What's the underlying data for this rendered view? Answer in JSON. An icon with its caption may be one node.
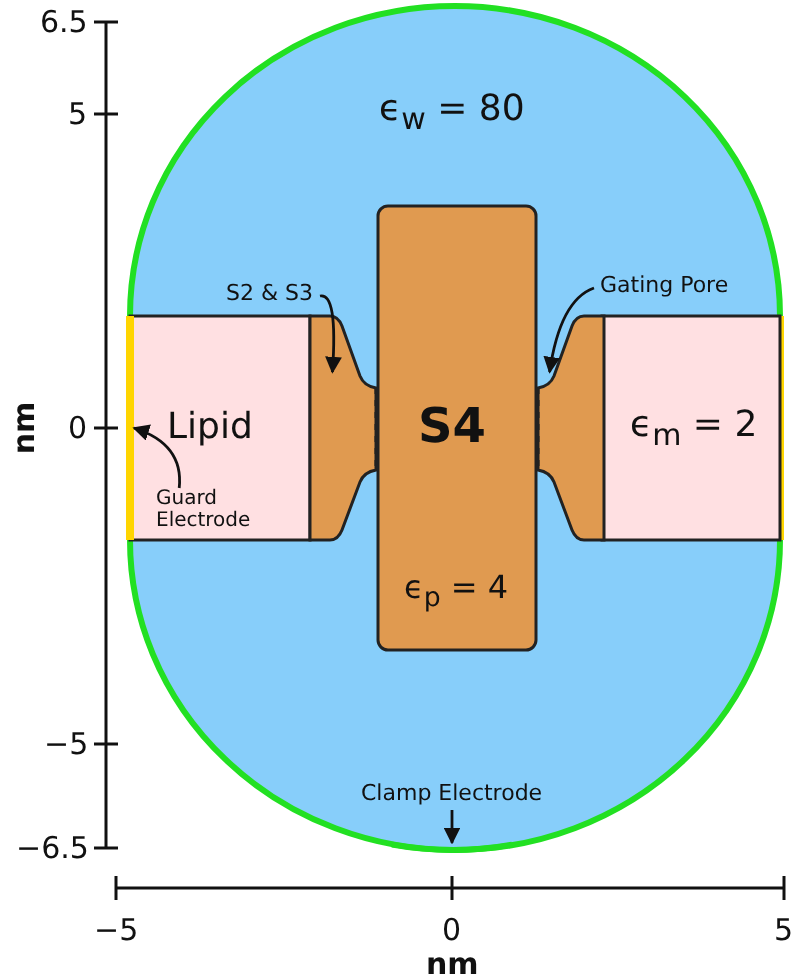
{
  "diagram": {
    "nodes": [
      {
        "text": [
          "ϵ$_{w}$ = 80"
        ]
      },
      {
        "text": [
          "Lipid"
        ],
        "in": 0
      },
      {
        "text": [
          "ϵ$_{m}$ = 2"
        ],
        "in": 0
      },
      {
        "text": [
          "S4",
          "ϵ$_{p}$ = 4"
        ],
        "in": 0
      },
      {
        "text": [
          "S2 & S3"
        ],
        "in": 0
      },
      {
        "text": [],
        "shape": "box",
        "in": 0
      },
      {
        "text": [
          "Gating Pore"
        ],
        "in": 0
      },
      {
        "text": [],
        "shape": "box",
        "in": 0
      },
      {
        "text": [
          "Guard Electrode"
        ],
        "in": 1
      },
      {
        "text": [],
        "shape": "bar",
        "in": 0
      },
      {
        "text": [
          "Clamp Electrode"
        ],
        "in": 0
      },
      {
        "text": [],
        "shape": "arc",
        "in": 0
      }
    ],
    "edges": [
      {
        "from": 4,
        "to": 5,
        "arrow": "to"
      },
      {
        "from": 6,
        "to": 7,
        "arrow": "to"
      },
      {
        "from": 8,
        "to": 9,
        "arrow": "to"
      },
      {
        "from": 10,
        "to": 11,
        "arrow": "to"
      }
    ],
    "labels": [
      "6.5",
      "5",
      "nm",
      "0",
      "−5",
      "−6.5",
      "−5",
      "0",
      "5",
      "nm"
    ]
  }
}
